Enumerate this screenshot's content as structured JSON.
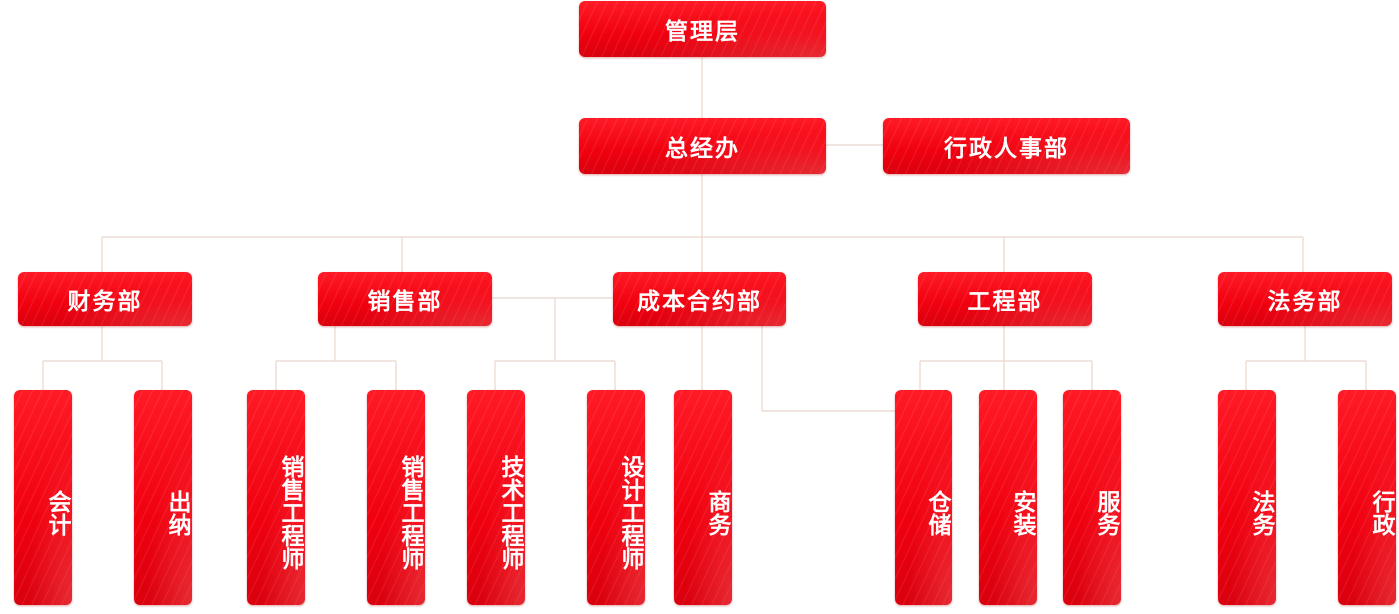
{
  "colors": {
    "box": "#f0000f",
    "line": "#e8d6cc",
    "text": "#ffffff"
  },
  "org": {
    "management": "管理层",
    "gm_office": "总经办",
    "admin_hr": "行政人事部",
    "departments": {
      "finance": "财务部",
      "sales": "销售部",
      "cost_contract": "成本合约部",
      "engineering": "工程部",
      "legal": "法务部"
    },
    "roles": {
      "accounting": "会计",
      "cashier": "出纳",
      "sales_engineer_1": "销售工程师",
      "sales_engineer_2": "销售工程师",
      "tech_engineer": "技术工程师",
      "design_engineer": "设计工程师",
      "business": "商务",
      "warehouse": "仓储",
      "installation": "安装",
      "service": "服务",
      "legal_affairs": "法务",
      "administration": "行政"
    }
  }
}
